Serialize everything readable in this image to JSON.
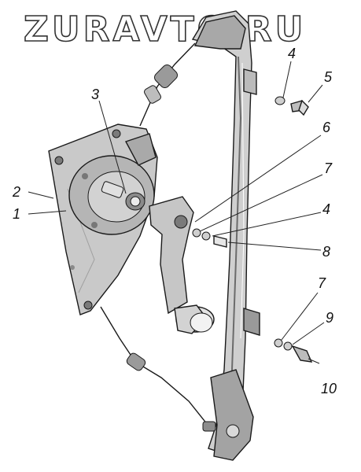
{
  "watermark": "ZURAVTO.RU",
  "callouts": {
    "c1": "1",
    "c2": "2",
    "c3": "3",
    "c4a": "4",
    "c5": "5",
    "c6": "6",
    "c7a": "7",
    "c4b": "4",
    "c8": "8",
    "c7b": "7",
    "c9": "9",
    "c10": "10"
  },
  "colors": {
    "line": "#1a1a1a",
    "plate": "#c9c9c9",
    "metal": "#b5b5b5",
    "shadow": "#8a8a8a"
  }
}
